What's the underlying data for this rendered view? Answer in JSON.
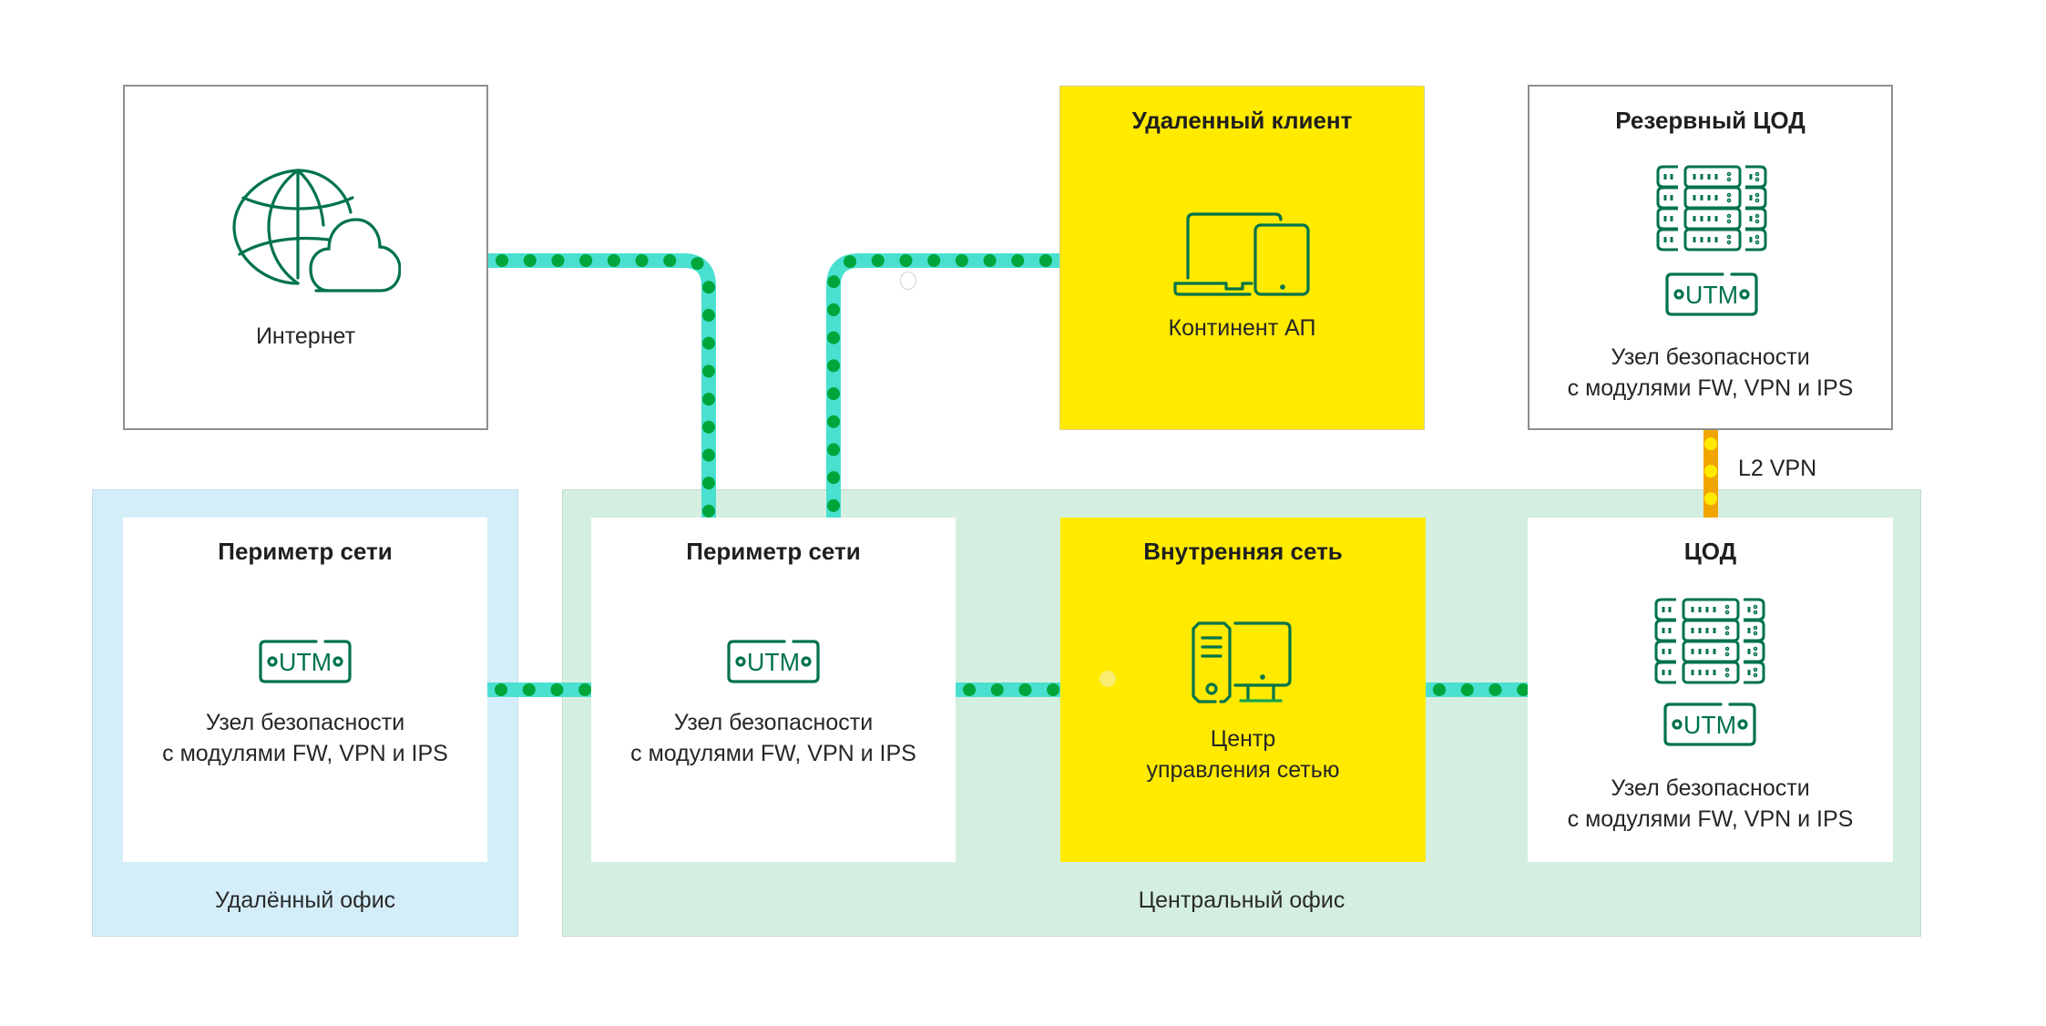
{
  "diagram": {
    "internet": {
      "label": "Интернет",
      "icon": "globe-cloud-icon"
    },
    "remote_client": {
      "title": "Удаленный клиент",
      "label": "Континент АП",
      "icon": "laptop-tablet-icon"
    },
    "backup_dc": {
      "title": "Резервный ЦОД",
      "label_line1": "Узел безопасности",
      "label_line2": "с модулями FW, VPN и IPS",
      "icons": [
        "server-rack-icon",
        "utm-icon"
      ]
    },
    "remote_office": {
      "zone_label": "Удалённый офис",
      "perimeter": {
        "title": "Периметр сети",
        "label_line1": "Узел безопасности",
        "label_line2": "с модулями FW, VPN и IPS",
        "icon": "utm-icon"
      }
    },
    "central_office": {
      "zone_label": "Центральный офис",
      "perimeter": {
        "title": "Периметр сети",
        "label_line1": "Узел безопасности",
        "label_line2": "с модулями FW, VPN и IPS",
        "icon": "utm-icon"
      },
      "internal_network": {
        "title": "Внутренняя сеть",
        "label_line1": "Центр",
        "label_line2": "управления сетью",
        "icon": "desktop-pc-icon"
      },
      "datacenter": {
        "title": "ЦОД",
        "label_line1": "Узел безопасности",
        "label_line2": "с модулями FW, VPN и IPS",
        "icons": [
          "server-rack-icon",
          "utm-icon"
        ]
      }
    },
    "links": [
      {
        "from": "internet",
        "to": "central_office.perimeter",
        "style": "network"
      },
      {
        "from": "remote_client",
        "to": "central_office.perimeter",
        "style": "network"
      },
      {
        "from": "remote_office.perimeter",
        "to": "central_office.perimeter",
        "style": "network"
      },
      {
        "from": "central_office.perimeter",
        "to": "central_office.internal_network",
        "style": "network"
      },
      {
        "from": "central_office.internal_network",
        "to": "central_office.datacenter",
        "style": "network"
      },
      {
        "from": "backup_dc",
        "to": "central_office.datacenter",
        "style": "l2vpn",
        "label": "L2 VPN"
      }
    ],
    "utm_text": "UTM",
    "colors": {
      "icon_green": "#00734a",
      "link_teal": "#4ae0d0",
      "link_dot": "#00a63c",
      "l2vpn_orange": "#f0a500",
      "l2vpn_dot": "#ffea00",
      "highlight_yellow": "#ffea00",
      "remote_zone": "#d4eef9",
      "central_zone": "#d4efe0"
    }
  }
}
